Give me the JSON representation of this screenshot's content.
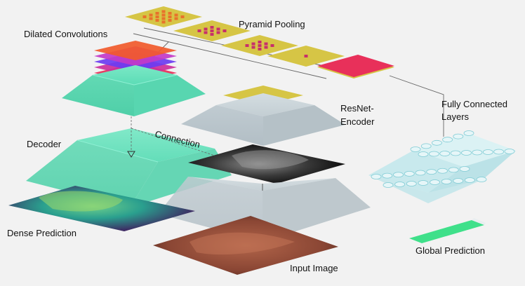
{
  "labels": {
    "dilated_convolutions": "Dilated Convolutions",
    "pyramid_pooling": "Pyramid Pooling",
    "resnet_line1": "ResNet-",
    "resnet_line2": "Encoder",
    "fully_connected_line1": "Fully Connected",
    "fully_connected_line2": "Layers",
    "decoder": "Decoder",
    "connection": "Connection",
    "dense_prediction": "Dense Prediction",
    "global_prediction": "Global Prediction",
    "input_image": "Input Image"
  },
  "colors": {
    "background": "#f2f2f2",
    "teal": "#5fe0bb",
    "gray_block": "#c9d3d8",
    "yellow_tile": "#d6c545",
    "red_tile": "#e8305a",
    "fc_block": "#c8ecef",
    "global_bar": "#3fe08a"
  },
  "pyramid_pooling_dot_grids": [
    4,
    3,
    3,
    1
  ],
  "dilated_stack_colors": [
    "#e8305a",
    "#cc2f9c",
    "#6b3cf2",
    "#c33ac8",
    "#f15a2b"
  ]
}
